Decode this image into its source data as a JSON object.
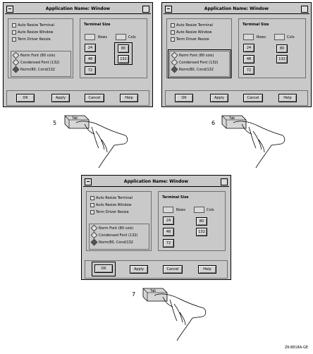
{
  "window_title": "Application Name: Window",
  "checkboxes": [
    "Auto Resize Terminal",
    "Auto Resize Window",
    "Term Driver Resize"
  ],
  "radios": [
    "Norm Font (80 cols)",
    "Condensed Font (132)",
    "Norm/80, Cond/132"
  ],
  "terminal_size_label": "Terminal Size",
  "rows_label": "Rows",
  "cols_label": "Cols",
  "row_buttons": [
    "24",
    "48",
    "72"
  ],
  "col_buttons": [
    "80",
    "132"
  ],
  "buttons": {
    "ok": "OK",
    "apply": "Apply",
    "cancel": "Cancel",
    "help": "Help"
  },
  "key_label": "Tab",
  "steps": [
    "5",
    "6",
    "7"
  ],
  "figure_id": "ZK-8818A-GE"
}
